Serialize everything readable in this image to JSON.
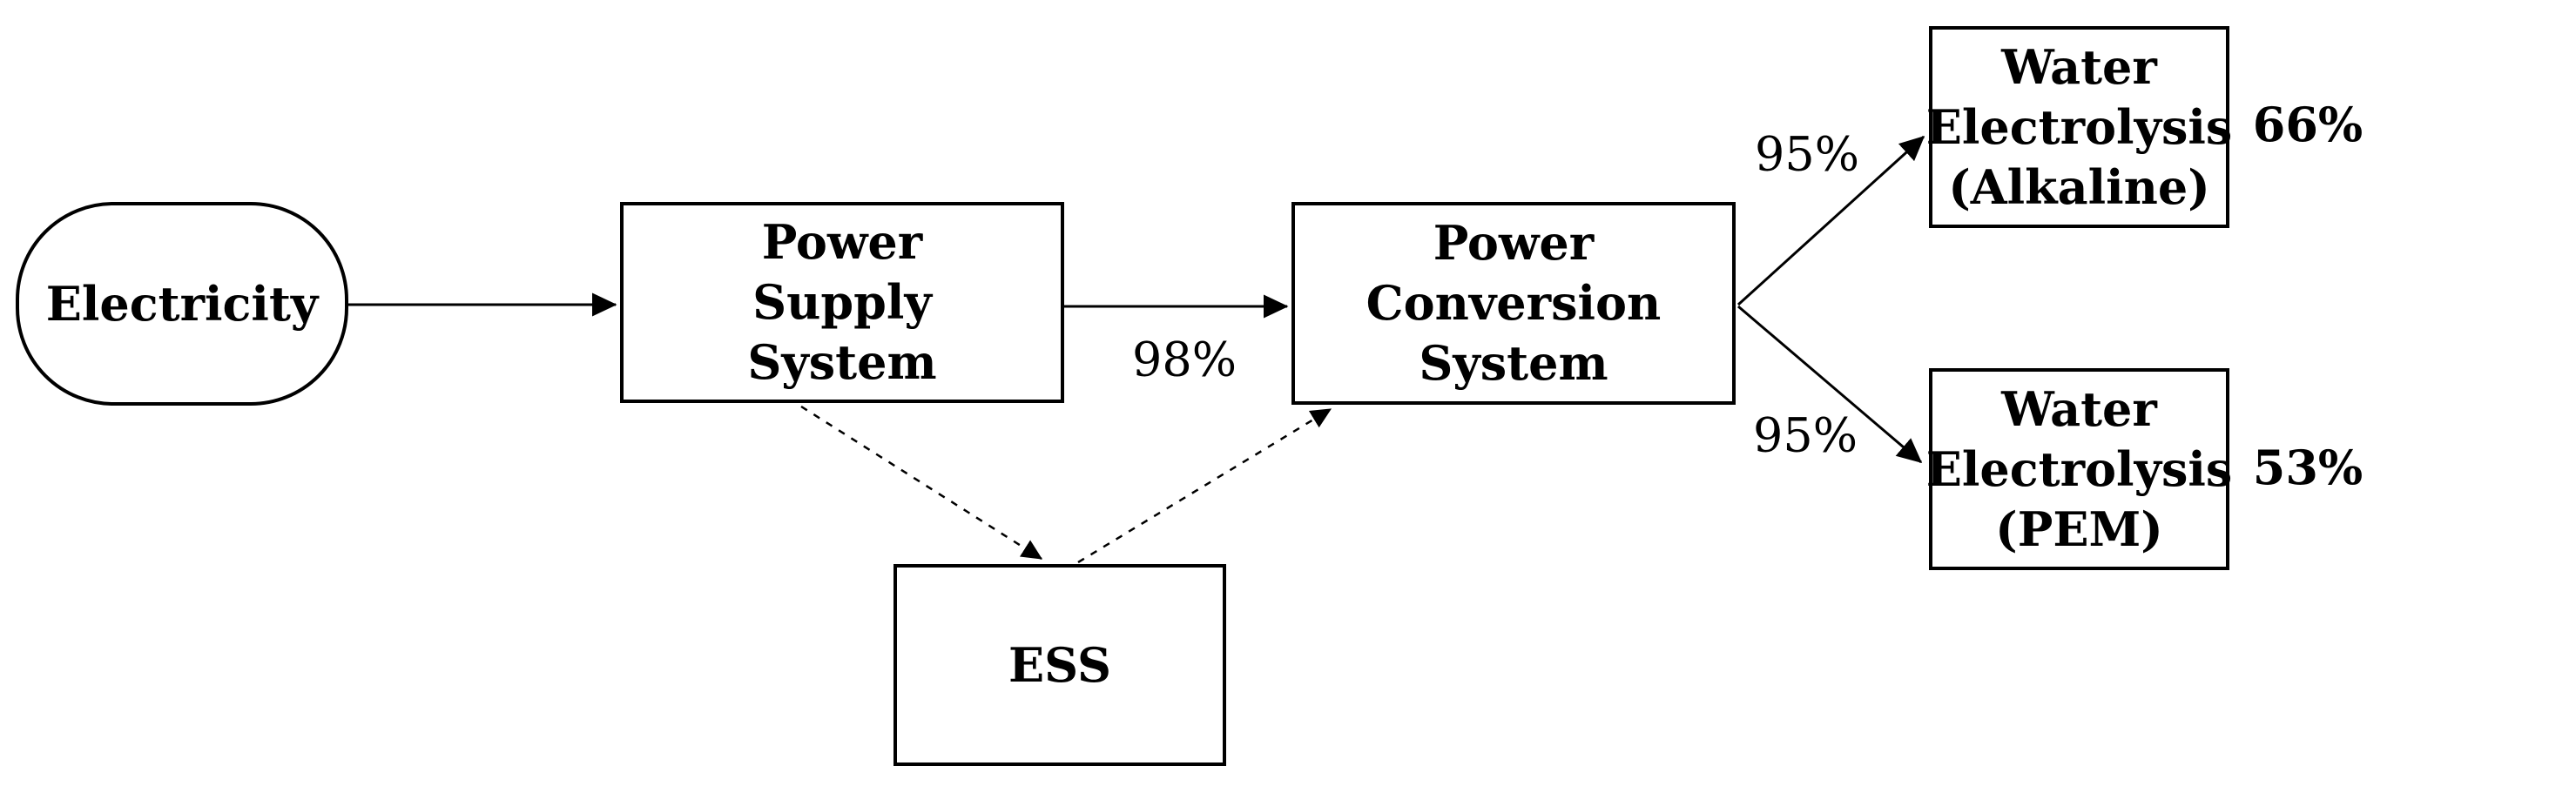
{
  "figure": {
    "background_color": "#ffffff",
    "ink_color": "#000000",
    "nodes": {
      "electricity": {
        "label": "Electricity",
        "shape": "stadium"
      },
      "power_supply": {
        "lines": [
          "Power",
          "Supply",
          "System"
        ],
        "shape": "rect"
      },
      "power_conversion": {
        "lines": [
          "Power",
          "Conversion",
          "System"
        ],
        "shape": "rect"
      },
      "ess": {
        "label": "ESS",
        "shape": "rect"
      },
      "electrolysis_alkaline": {
        "lines": [
          "Water",
          "Electrolysis",
          "(Alkaline)"
        ],
        "shape": "rect"
      },
      "electrolysis_pem": {
        "lines": [
          "Water",
          "Electrolysis",
          "(PEM)"
        ],
        "shape": "rect"
      }
    },
    "edge_labels": {
      "supply_to_conversion": "98%",
      "conversion_to_alkaline": "95%",
      "conversion_to_pem": "95%"
    },
    "efficiencies": {
      "alkaline": "66%",
      "pem": "53%"
    },
    "edges": [
      {
        "from": "electricity",
        "to": "power_supply",
        "style": "solid"
      },
      {
        "from": "power_supply",
        "to": "power_conversion",
        "style": "solid",
        "label": "98%"
      },
      {
        "from": "power_conversion",
        "to": "electrolysis_alkaline",
        "style": "solid",
        "label": "95%"
      },
      {
        "from": "power_conversion",
        "to": "electrolysis_pem",
        "style": "solid",
        "label": "95%"
      },
      {
        "from": "power_supply",
        "to": "ess",
        "style": "dashed"
      },
      {
        "from": "ess",
        "to": "power_conversion",
        "style": "dashed"
      }
    ]
  }
}
